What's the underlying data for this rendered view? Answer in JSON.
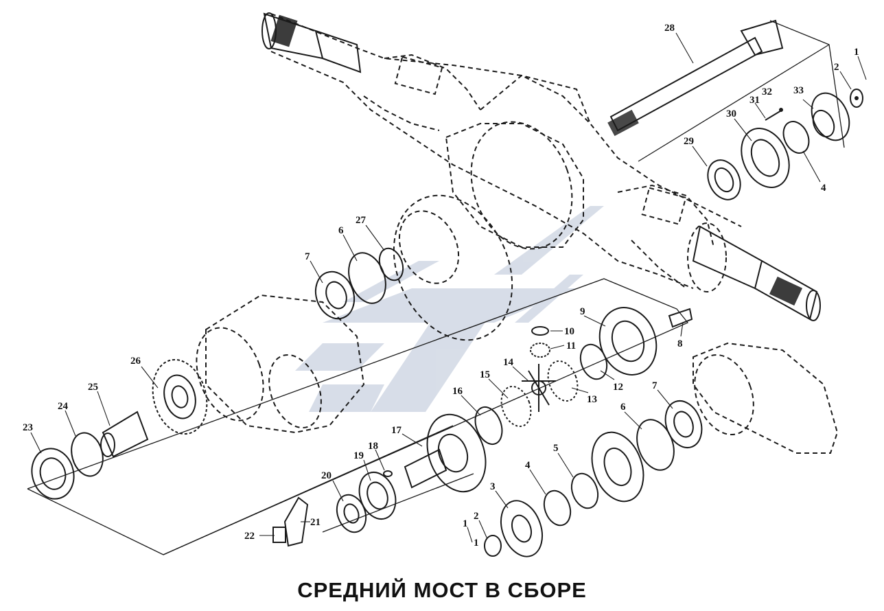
{
  "title": "СРЕДНИЙ МОСТ В СБОРЕ",
  "colors": {
    "line": "#1a1a1a",
    "watermark": "#b8c2d6",
    "background": "#ffffff"
  },
  "watermark_icon": "manufacturer-logo-watermark",
  "callouts": {
    "c1a": "1",
    "c2a": "2",
    "c4a": "4",
    "c28": "28",
    "c29": "29",
    "c30": "30",
    "c31": "31",
    "c32": "32",
    "c33": "33",
    "c27": "27",
    "c6a": "6",
    "c7a": "7",
    "c9": "9",
    "c10": "10",
    "c11": "11",
    "c8": "8",
    "c12": "12",
    "c13": "13",
    "c14": "14",
    "c15": "15",
    "c16": "16",
    "c17": "17",
    "c18": "18",
    "c19": "19",
    "c20": "20",
    "c21": "21",
    "c22": "22",
    "c23": "23",
    "c24": "24",
    "c25": "25",
    "c26": "26",
    "c5": "5",
    "c6b": "6",
    "c7b": "7",
    "c4b": "4",
    "c3": "3",
    "c2b": "2",
    "c1b": "1",
    "c1c": "1"
  }
}
